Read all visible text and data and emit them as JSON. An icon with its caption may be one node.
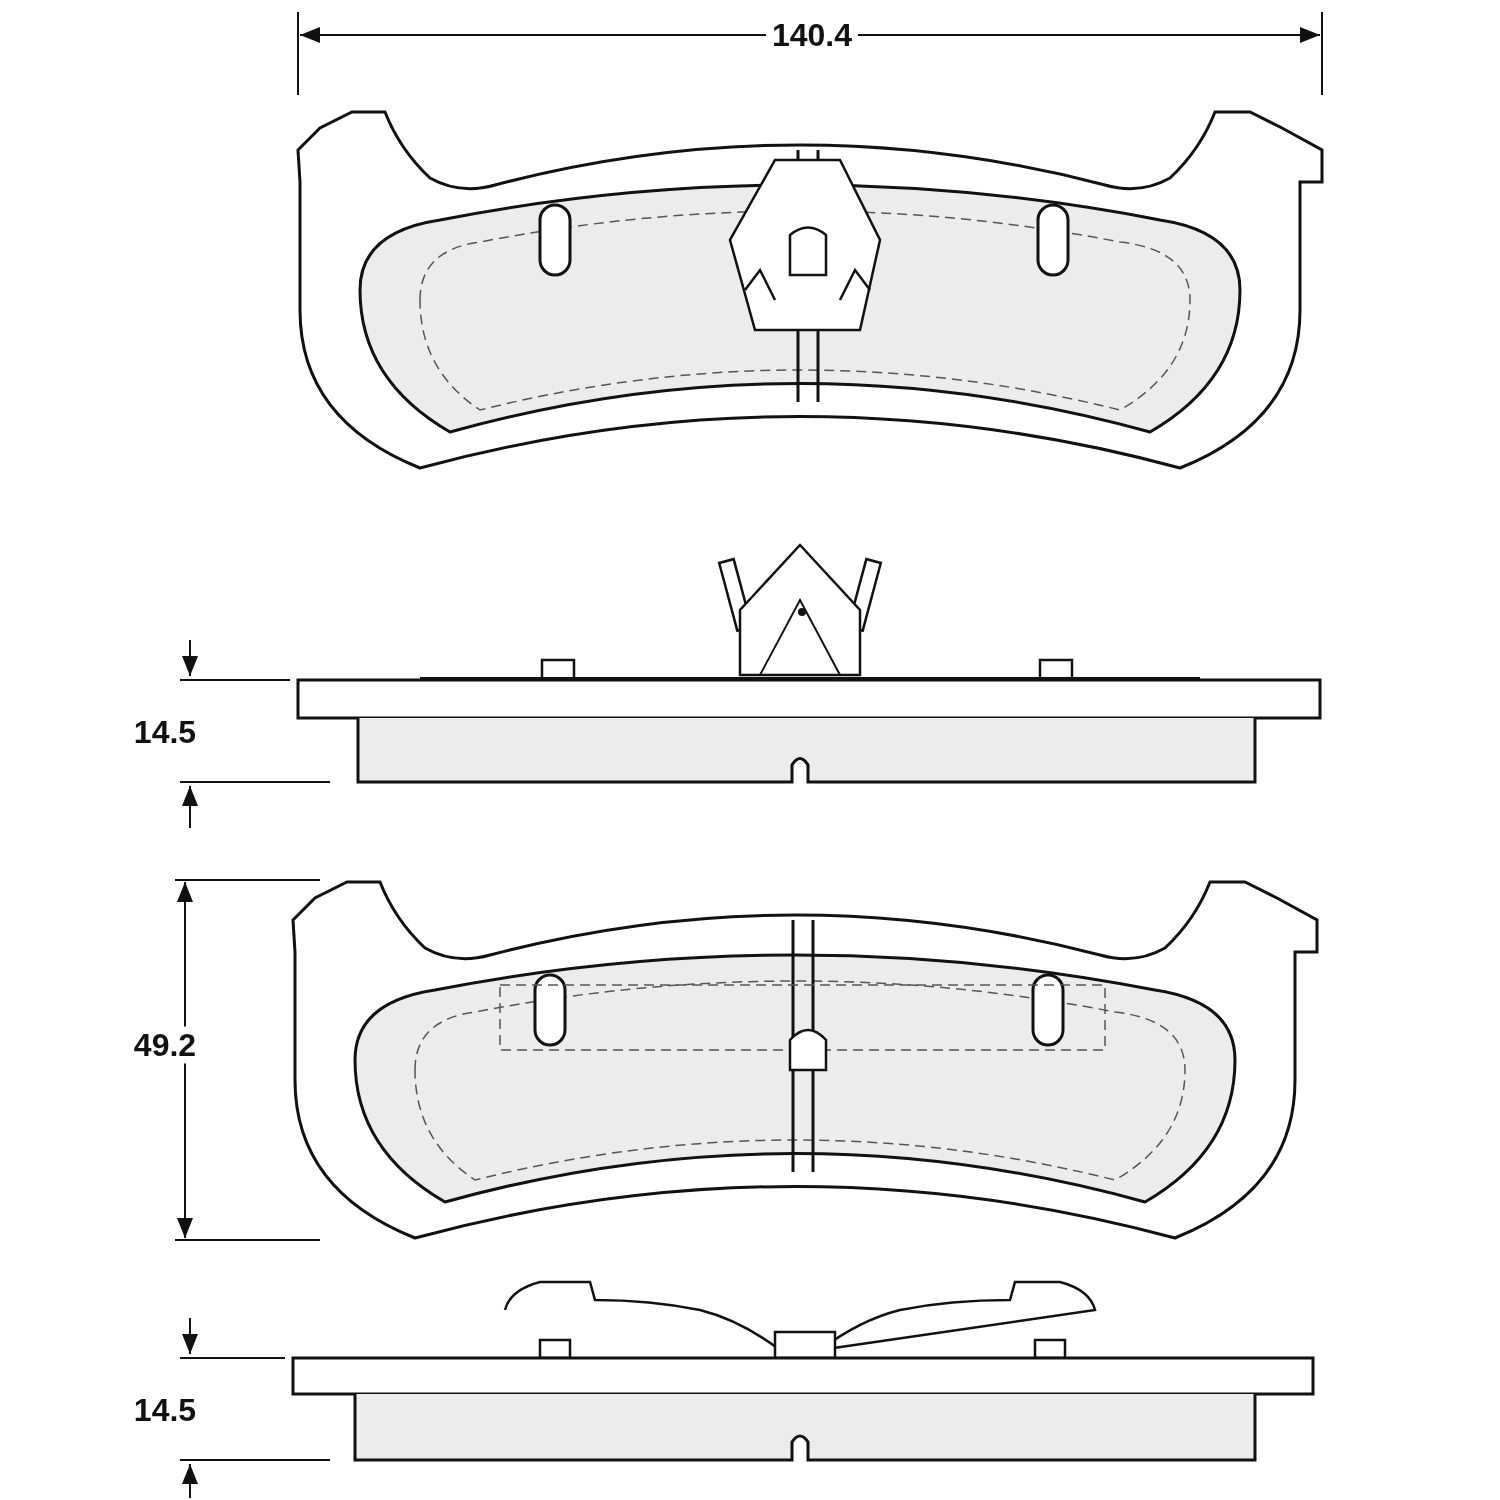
{
  "diagram": {
    "labels": [
      "140.4",
      "14.5",
      "49.2",
      "14.5"
    ]
  }
}
